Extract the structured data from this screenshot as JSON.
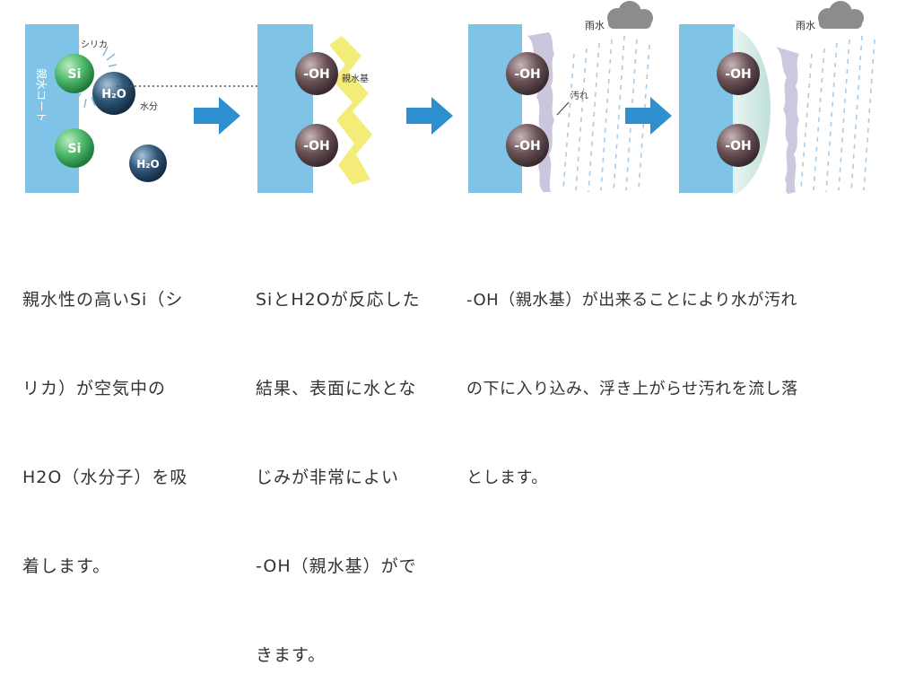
{
  "panel1": {
    "coat_label": "親水コート",
    "silica_label": "シリカ",
    "water_label": "水分",
    "si_label": "Si",
    "h2o_label": "H₂O"
  },
  "panel2": {
    "oh_label": "-OH",
    "hydrophilic_label": "親水基"
  },
  "panel3": {
    "rain_label": "雨水",
    "dirt_label": "汚れ",
    "oh_label": "-OH"
  },
  "panel4": {
    "rain_label": "雨水",
    "oh_label": "-OH"
  },
  "captions": {
    "c1_lines": [
      "親水性の高いSi（シ",
      "リカ）が空気中の",
      "H2O（水分子）を吸",
      "着します。"
    ],
    "c2_lines": [
      "SiとH2Oが反応した",
      "結果、表面に水とな",
      "じみが非常によい",
      "-OH（親水基）がで",
      "きます。"
    ],
    "c3_lines": [
      "-OH（親水基）が出来ることにより水が汚れ",
      "の下に入り込み、浮き上がらせ汚れを流し落",
      "とします。"
    ]
  },
  "colors": {
    "coat": "#7fc3e6",
    "arrow": "#2e8fd0",
    "si_green": "#4db86a",
    "h2o_navy": "#2c4f6e",
    "oh_brown": "#6a5256",
    "lightning": "#f3ea6a"
  }
}
